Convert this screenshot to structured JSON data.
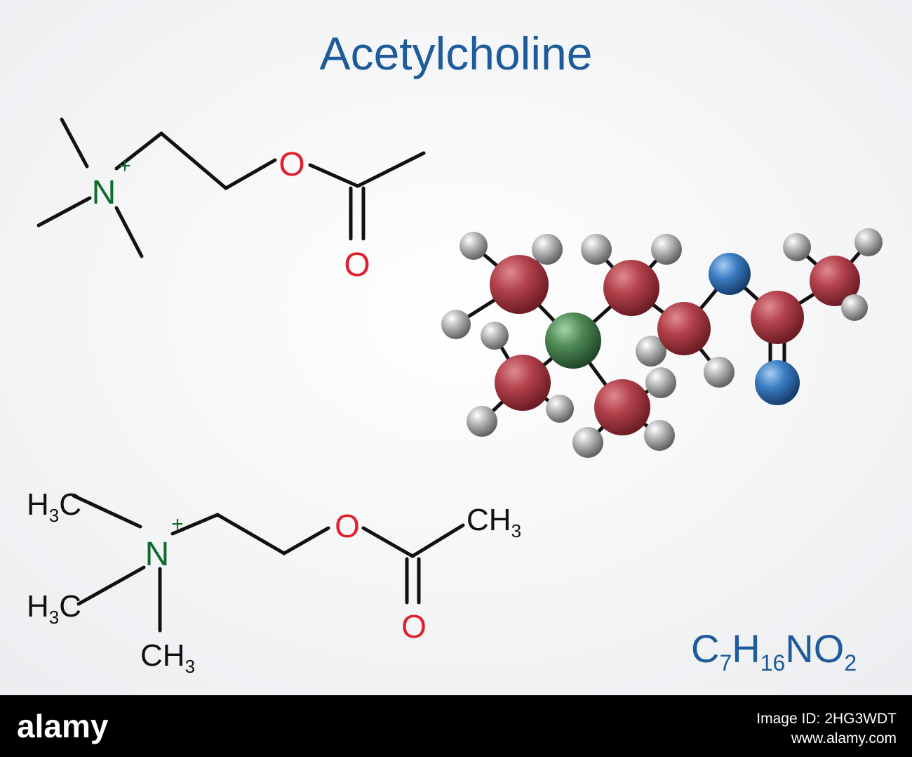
{
  "title": "Acetylcholine",
  "formula": {
    "c": "C",
    "c_n": "7",
    "h": "H",
    "h_n": "16",
    "n": "N",
    "o": "O",
    "o_n": "2"
  },
  "skeletal": {
    "n_label": "N",
    "charge": "+",
    "o_ester": "O",
    "o_carbonyl": "O"
  },
  "structural": {
    "methyl_left_top": {
      "h": "H",
      "sub": "3",
      "c": "C"
    },
    "methyl_left_mid": {
      "h": "H",
      "sub": "3",
      "c": "C"
    },
    "methyl_bottom": {
      "ch": "CH",
      "sub": "3"
    },
    "methyl_right": {
      "ch": "CH",
      "sub": "3"
    },
    "n_label": "N",
    "charge": "+",
    "o_ester": "O",
    "o_carbonyl": "O"
  },
  "watermark": {
    "brand": "alamy",
    "image_id_label": "Image ID:",
    "image_id": "2HG3WDT",
    "site": "www.alamy.com"
  },
  "colors": {
    "title": "#1d5b9a",
    "nitrogen": "#0e6b2a",
    "oxygen": "#e0202c",
    "bond": "#111111",
    "carbon_ball": "#a93a44",
    "nitrogen_ball": "#4f8a55",
    "oxygen_ball": "#3c7ec4",
    "hydrogen_ball": "#9a9a9a",
    "footer": "#000000"
  }
}
